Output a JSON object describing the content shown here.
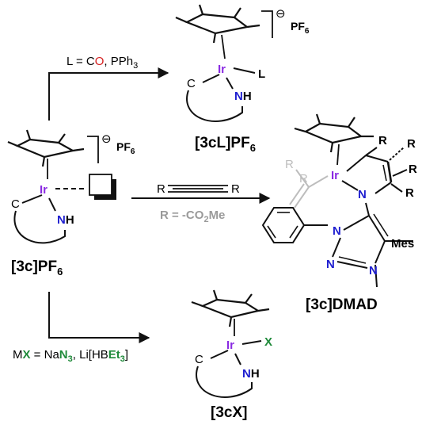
{
  "colors": {
    "ink": "#111111",
    "iridium": "#8a2be2",
    "nitrogen": "#1f1fd0",
    "oxygen": "#d62020",
    "green": "#1f8a3a",
    "grey": "#9a9a9a"
  },
  "labels": {
    "charge": "⊖",
    "pf6_pf": "PF",
    "pf6_sub": "6",
    "ir": "Ir",
    "c": "C",
    "n": "N",
    "h": "H",
    "l": "L",
    "x": "X",
    "r": "R",
    "mes": "Mes"
  },
  "reactions": {
    "top": {
      "prefix": "L = C",
      "o": "O",
      "suffix": ", PPh",
      "sub": "3"
    },
    "middle_reagent": {
      "r_left": "R",
      "r_right": "R"
    },
    "middle_def": {
      "prefix": "R = -CO",
      "sub": "2",
      "suffix": "Me"
    },
    "bottom": {
      "m": "M",
      "x": "X",
      "eq": " = Na",
      "n3_n": "N",
      "n3_sub": "3",
      "sep": ", Li[HB",
      "et": "Et",
      "et_sub": "3",
      "close": "]"
    }
  },
  "compounds": {
    "start": {
      "main": "[3c]PF",
      "sub": "6"
    },
    "top": {
      "main": "[3cL]PF",
      "sub": "6"
    },
    "right": {
      "main": "[3c]DMAD"
    },
    "bottom": {
      "main": "[3cX]"
    }
  }
}
